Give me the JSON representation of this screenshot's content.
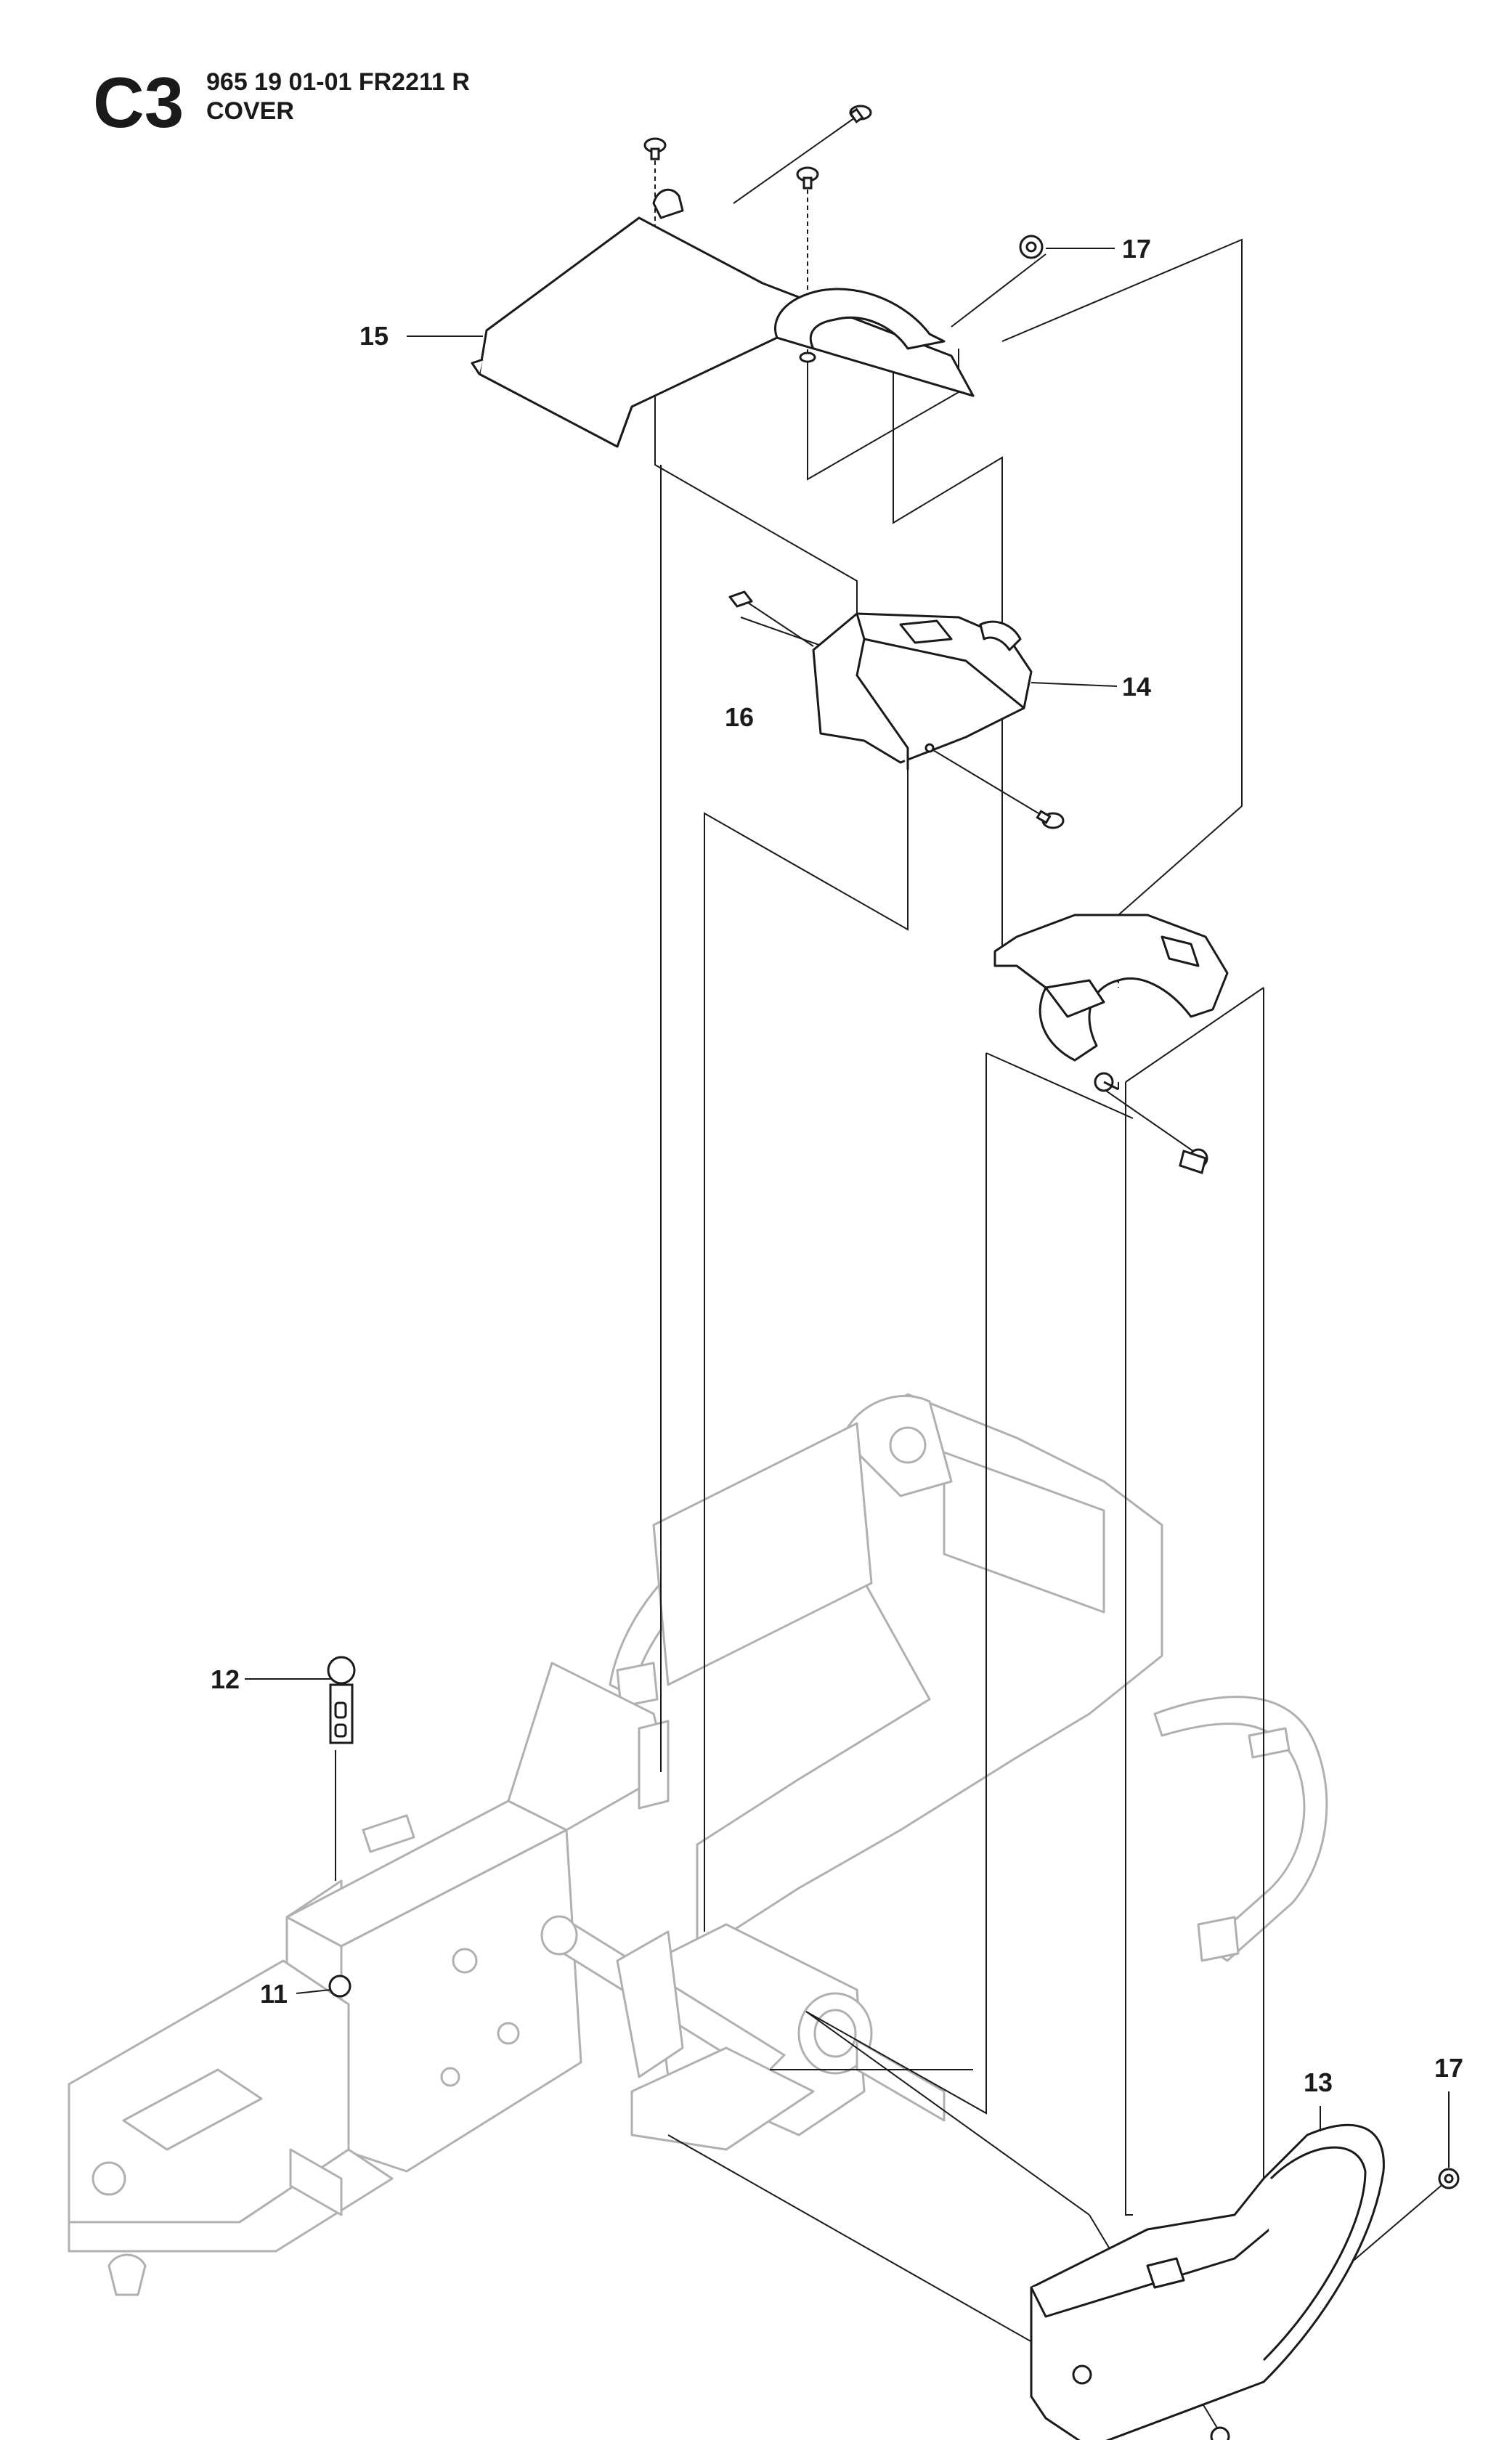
{
  "header": {
    "section_code": "C3",
    "part_line": "965 19 01-01 FR2211 R",
    "subtitle": "COVER"
  },
  "callouts": [
    {
      "id": "c17a",
      "label": "17"
    },
    {
      "id": "c15",
      "label": "15"
    },
    {
      "id": "c14",
      "label": "14"
    },
    {
      "id": "c16",
      "label": "16"
    },
    {
      "id": "c12",
      "label": "12"
    },
    {
      "id": "c11",
      "label": "11"
    },
    {
      "id": "c13",
      "label": "13"
    },
    {
      "id": "c17b",
      "label": "17"
    }
  ],
  "colors": {
    "line": "#1a1a1a",
    "frame_gray": "#b0b0b0",
    "part_fill": "#ffffff"
  }
}
